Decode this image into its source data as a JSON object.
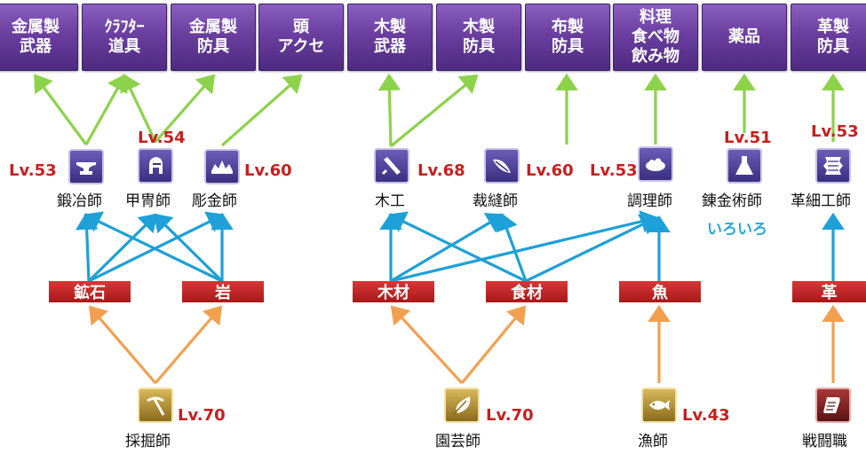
{
  "categories": [
    {
      "id": "c1",
      "label": "金属製\n武器"
    },
    {
      "id": "c2",
      "label": "ｸﾗﾌﾀｰ\n道具"
    },
    {
      "id": "c3",
      "label": "金属製\n防具"
    },
    {
      "id": "c4",
      "label": "頭\nアクセ"
    },
    {
      "id": "c5",
      "label": "木製\n武器"
    },
    {
      "id": "c6",
      "label": "木製\n防具"
    },
    {
      "id": "c7",
      "label": "布製\n防具"
    },
    {
      "id": "c8",
      "label": "料理\n食べ物\n飲み物"
    },
    {
      "id": "c9",
      "label": "薬品"
    },
    {
      "id": "c10",
      "label": "革製\n防具"
    }
  ],
  "crafters": [
    {
      "id": "blacksmith",
      "label": "鍛冶師",
      "level": "Lv.53",
      "icon": "anvil-icon"
    },
    {
      "id": "armorer",
      "label": "甲冑師",
      "level": "Lv.54",
      "icon": "helmet-icon"
    },
    {
      "id": "goldsmith",
      "label": "彫金師",
      "level": "Lv.60",
      "icon": "tiara-icon"
    },
    {
      "id": "carpenter",
      "label": "木工",
      "level": "Lv.68",
      "icon": "saw-icon"
    },
    {
      "id": "weaver",
      "label": "裁縫師",
      "level": "Lv.60",
      "icon": "needle-icon"
    },
    {
      "id": "culinarian",
      "label": "調理師",
      "level": "Lv.53",
      "icon": "dish-icon"
    },
    {
      "id": "alchemist",
      "label": "錬金術師",
      "level": "Lv.51",
      "icon": "flask-icon"
    },
    {
      "id": "leatherworker",
      "label": "革細工師",
      "level": "Lv.53",
      "icon": "hide-icon"
    }
  ],
  "alchemist_note": "いろいろ",
  "materials": [
    {
      "id": "ore",
      "label": "鉱石"
    },
    {
      "id": "rock",
      "label": "岩"
    },
    {
      "id": "wood",
      "label": "木材"
    },
    {
      "id": "food",
      "label": "食材"
    },
    {
      "id": "fish",
      "label": "魚"
    },
    {
      "id": "leather",
      "label": "革"
    }
  ],
  "gatherers": [
    {
      "id": "miner",
      "label": "採掘師",
      "level": "Lv.70",
      "icon": "pickaxe-icon"
    },
    {
      "id": "botanist",
      "label": "園芸師",
      "level": "Lv.70",
      "icon": "leaf-icon"
    },
    {
      "id": "fisher",
      "label": "漁師",
      "level": "Lv.43",
      "icon": "fish-icon"
    },
    {
      "id": "combatant",
      "label": "戦闘職",
      "level": "",
      "icon": "scroll-icon"
    }
  ],
  "colors": {
    "green": "#8cd24a",
    "blue": "#1ea0d8",
    "orange": "#f2a050",
    "category": "#6b3fa0",
    "material": "#c82828",
    "level": "#c81e1e"
  }
}
